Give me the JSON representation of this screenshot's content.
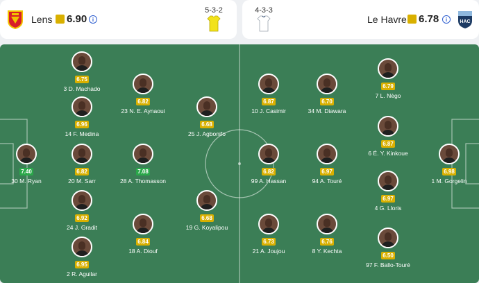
{
  "colors": {
    "rating_yellow": "#d9b000",
    "rating_green": "#2aa84a",
    "pitch": "#3b7e56",
    "info_blue": "#2f5fd0"
  },
  "home": {
    "name": "Lens",
    "rating": "6.90",
    "formation": "5-3-2",
    "crest_icon": "lens-crest-icon",
    "jersey_color": "#f2e21a",
    "info_label": "i"
  },
  "away": {
    "name": "Le Havre",
    "rating": "6.78",
    "formation": "4-3-3",
    "crest_icon": "le-havre-crest-icon",
    "crest_text": "HAC",
    "jersey_color": "#ffffff",
    "info_label": "i"
  },
  "home_players": [
    {
      "label": "3 D. Machado",
      "rating": "6.75",
      "tier": "yellow"
    },
    {
      "label": "23 N. E. Aynaoui",
      "rating": "6.82",
      "tier": "yellow"
    },
    {
      "label": "14 F. Medina",
      "rating": "6.96",
      "tier": "yellow"
    },
    {
      "label": "25 J. Agbonifo",
      "rating": "6.68",
      "tier": "yellow"
    },
    {
      "label": "30 M. Ryan",
      "rating": "7.40",
      "tier": "green"
    },
    {
      "label": "20 M. Sarr",
      "rating": "6.82",
      "tier": "yellow"
    },
    {
      "label": "28 A. Thomasson",
      "rating": "7.08",
      "tier": "green"
    },
    {
      "label": "24 J. Gradit",
      "rating": "6.92",
      "tier": "yellow"
    },
    {
      "label": "19 G. Koyalipou",
      "rating": "6.68",
      "tier": "yellow"
    },
    {
      "label": "18 A. Diouf",
      "rating": "6.84",
      "tier": "yellow"
    },
    {
      "label": "2 R. Aguilar",
      "rating": "6.95",
      "tier": "yellow"
    }
  ],
  "away_players": [
    {
      "label": "10 J. Casimir",
      "rating": "6.87",
      "tier": "yellow"
    },
    {
      "label": "34 M. Diawara",
      "rating": "6.70",
      "tier": "yellow"
    },
    {
      "label": "7 L. Nègo",
      "rating": "6.79",
      "tier": "yellow"
    },
    {
      "label": "6 É. Y. Kinkoue",
      "rating": "6.87",
      "tier": "yellow"
    },
    {
      "label": "99 A. Hassan",
      "rating": "6.82",
      "tier": "yellow"
    },
    {
      "label": "94 A. Touré",
      "rating": "6.97",
      "tier": "yellow"
    },
    {
      "label": "1 M. Gorgelin",
      "rating": "6.98",
      "tier": "yellow"
    },
    {
      "label": "4 G. Lloris",
      "rating": "6.97",
      "tier": "yellow"
    },
    {
      "label": "21 A. Joujou",
      "rating": "6.73",
      "tier": "yellow"
    },
    {
      "label": "8 Y. Kechta",
      "rating": "6.76",
      "tier": "yellow"
    },
    {
      "label": "97 F. Ballo-Touré",
      "rating": "6.50",
      "tier": "yellow"
    }
  ]
}
